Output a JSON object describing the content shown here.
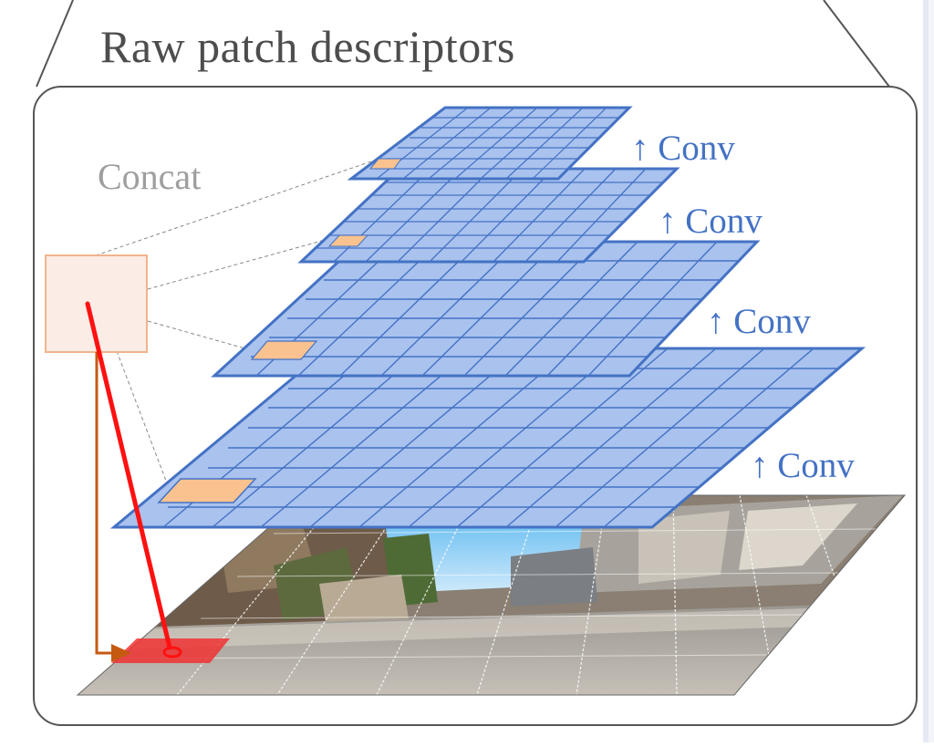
{
  "diagram": {
    "title": "Raw patch descriptors",
    "concat_label": "Concat",
    "conv_labels": [
      "↑ Conv",
      "↑ Conv",
      "↑ Conv",
      "↑ Conv"
    ]
  },
  "colors": {
    "layer_fill": "#a9c2ee",
    "layer_stroke": "#4472c4",
    "highlight_cell": "#f9c28f",
    "concat_box": "#fbece6",
    "concat_box_border": "#f0b48c",
    "pointer_red": "#ff1111",
    "elbow_arrow": "#c55a11",
    "pixel_highlight": "#ee3333",
    "frame_stroke": "#555555",
    "text_gray": "#4d4d4d",
    "conv_blue": "#4472c4"
  },
  "icons": [
    "concat-box",
    "red-pointer-arrow",
    "elbow-arrow",
    "feature-map-layer",
    "image-plane"
  ]
}
